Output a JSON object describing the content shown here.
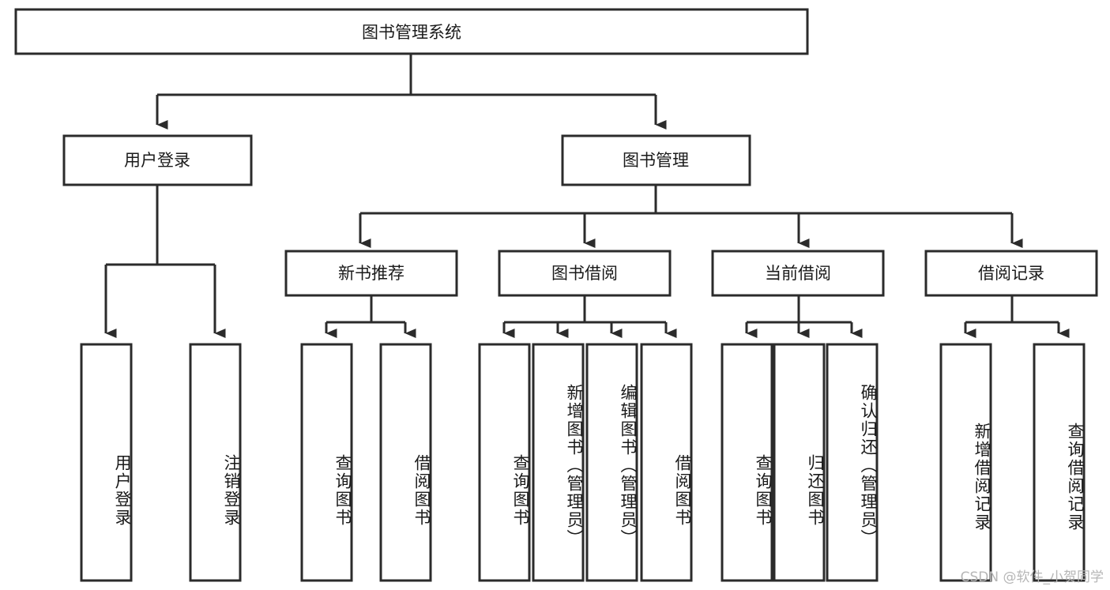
{
  "diagram": {
    "type": "tree-hierarchy",
    "title": "图书管理系统",
    "watermark": "CSDN @软件_小贺同学",
    "colors": {
      "stroke": "#2b2b2b",
      "fill": "#ffffff",
      "text": "#1a1a1a",
      "watermark": "#b6b6b6",
      "background": "#ffffff"
    },
    "nodes": {
      "root": {
        "label": "图书管理系统",
        "orientation": "horizontal"
      },
      "level2": [
        {
          "id": "user-login",
          "label": "用户登录",
          "orientation": "horizontal"
        },
        {
          "id": "book-management",
          "label": "图书管理",
          "orientation": "horizontal"
        }
      ],
      "level3": [
        {
          "id": "new-book-recommend",
          "label": "新书推荐",
          "orientation": "horizontal"
        },
        {
          "id": "book-borrow",
          "label": "图书借阅",
          "orientation": "horizontal"
        },
        {
          "id": "current-borrow",
          "label": "当前借阅",
          "orientation": "horizontal"
        },
        {
          "id": "borrow-record",
          "label": "借阅记录",
          "orientation": "horizontal"
        }
      ],
      "leaves": [
        {
          "id": "leaf-user-login",
          "parent": "user-login",
          "label": "用户登录",
          "orientation": "vertical"
        },
        {
          "id": "leaf-user-logout",
          "parent": "user-login",
          "label": "注销登录",
          "orientation": "vertical"
        },
        {
          "id": "leaf-query-book-1",
          "parent": "new-book-recommend",
          "label": "查询图书",
          "orientation": "vertical"
        },
        {
          "id": "leaf-borrow-book-1",
          "parent": "new-book-recommend",
          "label": "借阅图书",
          "orientation": "vertical"
        },
        {
          "id": "leaf-query-book-2",
          "parent": "book-borrow",
          "label": "查询图书",
          "orientation": "vertical"
        },
        {
          "id": "leaf-add-book",
          "parent": "book-borrow",
          "label": "新增图书（管理员）",
          "orientation": "vertical"
        },
        {
          "id": "leaf-edit-book",
          "parent": "book-borrow",
          "label": "编辑图书（管理员）",
          "orientation": "vertical"
        },
        {
          "id": "leaf-borrow-book-2",
          "parent": "book-borrow",
          "label": "借阅图书",
          "orientation": "vertical"
        },
        {
          "id": "leaf-query-book-3",
          "parent": "current-borrow",
          "label": "查询图书",
          "orientation": "vertical"
        },
        {
          "id": "leaf-return-book",
          "parent": "current-borrow",
          "label": "归还图书",
          "orientation": "vertical"
        },
        {
          "id": "leaf-confirm-return",
          "parent": "current-borrow",
          "label": "确认归还（管理员）",
          "orientation": "vertical"
        },
        {
          "id": "leaf-add-record",
          "parent": "borrow-record",
          "label": "新增借阅记录",
          "orientation": "vertical"
        },
        {
          "id": "leaf-query-record",
          "parent": "borrow-record",
          "label": "查询借阅记录",
          "orientation": "vertical"
        }
      ]
    }
  }
}
